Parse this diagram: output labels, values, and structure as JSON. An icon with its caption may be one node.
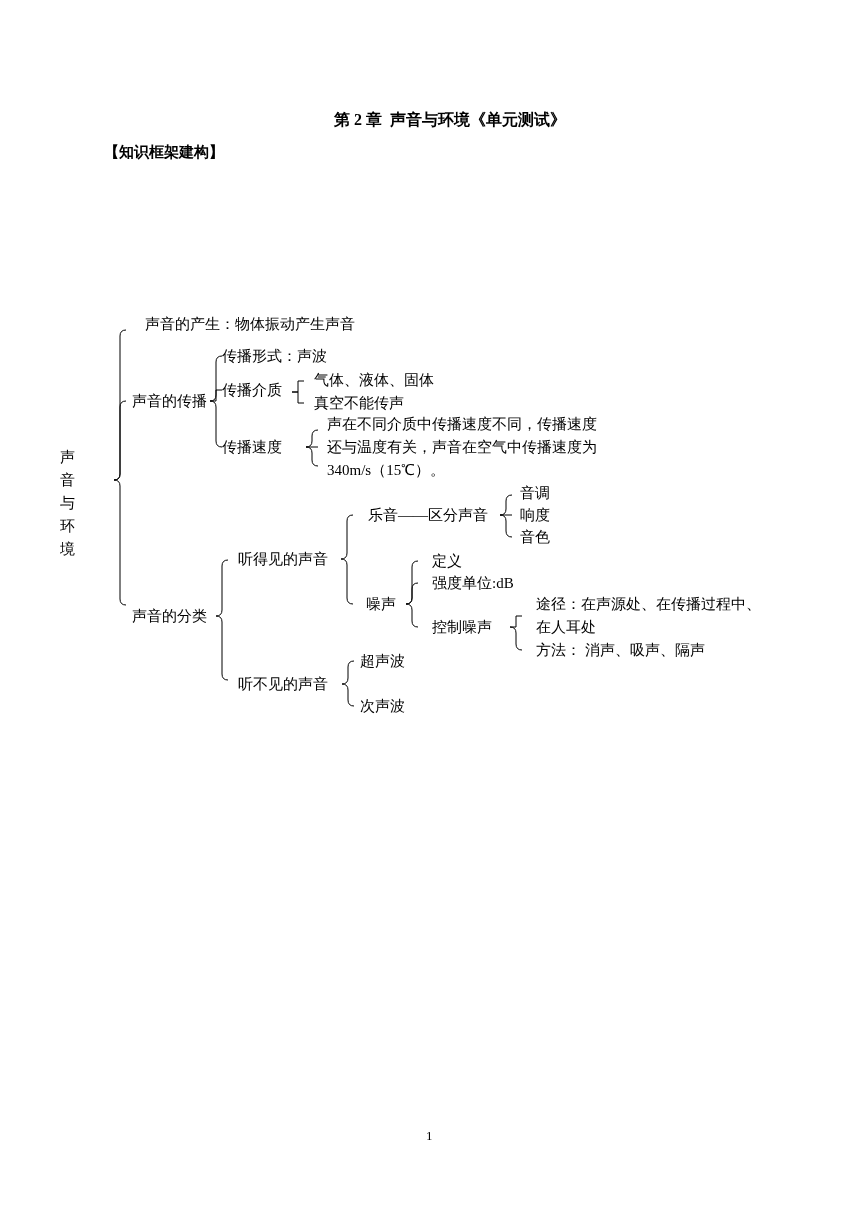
{
  "diagram": {
    "title": "第 2 章  声音与环境《单元测试》",
    "nodes": [
      {
        "text": [
          "声音与环境"
        ]
      },
      {
        "text": [
          "声音的产生：物体振动产生声音"
        ]
      },
      {
        "text": [
          "声音的传播"
        ]
      },
      {
        "text": [
          "传播形式：声波"
        ]
      },
      {
        "text": [
          "传播介质"
        ]
      },
      {
        "text": [
          "气体、液体、固体"
        ]
      },
      {
        "text": [
          "真空不能传声"
        ]
      },
      {
        "text": [
          "传播速度"
        ]
      },
      {
        "text": [
          "声在不同介质中传播速度不同，传播速度还与温度有关，声音在空气中传播速度为340m/s（15℃）。"
        ]
      },
      {
        "text": [
          "声音的分类"
        ]
      },
      {
        "text": [
          "听得见的声音"
        ]
      },
      {
        "text": [
          "乐音——区分声音"
        ]
      },
      {
        "text": [
          "音调"
        ]
      },
      {
        "text": [
          "响度"
        ]
      },
      {
        "text": [
          "音色"
        ]
      },
      {
        "text": [
          "噪声"
        ]
      },
      {
        "text": [
          "定义"
        ]
      },
      {
        "text": [
          "强度单位:dB"
        ]
      },
      {
        "text": [
          "控制噪声"
        ]
      },
      {
        "text": [
          "途径：在声源处、在传播过程中、在人耳处"
        ]
      },
      {
        "text": [
          "方法：  消声、吸声、隔声"
        ]
      },
      {
        "text": [
          "听不见的声音"
        ]
      },
      {
        "text": [
          "超声波"
        ]
      },
      {
        "text": [
          "次声波"
        ]
      }
    ],
    "edges": [
      {
        "from": 0,
        "to": 1,
        "arrow": "none"
      },
      {
        "from": 0,
        "to": 2,
        "arrow": "none"
      },
      {
        "from": 0,
        "to": 9,
        "arrow": "none"
      },
      {
        "from": 2,
        "to": 3,
        "arrow": "none"
      },
      {
        "from": 2,
        "to": 4,
        "arrow": "none"
      },
      {
        "from": 2,
        "to": 7,
        "arrow": "none"
      },
      {
        "from": 4,
        "to": 5,
        "arrow": "none"
      },
      {
        "from": 4,
        "to": 6,
        "arrow": "none"
      },
      {
        "from": 7,
        "to": 8,
        "arrow": "none"
      },
      {
        "from": 9,
        "to": 10,
        "arrow": "none"
      },
      {
        "from": 9,
        "to": 21,
        "arrow": "none"
      },
      {
        "from": 10,
        "to": 11,
        "arrow": "none"
      },
      {
        "from": 10,
        "to": 15,
        "arrow": "none"
      },
      {
        "from": 11,
        "to": 12,
        "arrow": "none"
      },
      {
        "from": 11,
        "to": 13,
        "arrow": "none"
      },
      {
        "from": 11,
        "to": 14,
        "arrow": "none"
      },
      {
        "from": 15,
        "to": 16,
        "arrow": "none"
      },
      {
        "from": 15,
        "to": 17,
        "arrow": "none"
      },
      {
        "from": 15,
        "to": 18,
        "arrow": "none"
      },
      {
        "from": 18,
        "to": 19,
        "arrow": "none"
      },
      {
        "from": 18,
        "to": 20,
        "arrow": "none"
      },
      {
        "from": 21,
        "to": 22,
        "arrow": "none"
      },
      {
        "from": 21,
        "to": 23,
        "arrow": "none"
      }
    ],
    "labels": [
      "【知识框架建构】",
      "1"
    ]
  }
}
